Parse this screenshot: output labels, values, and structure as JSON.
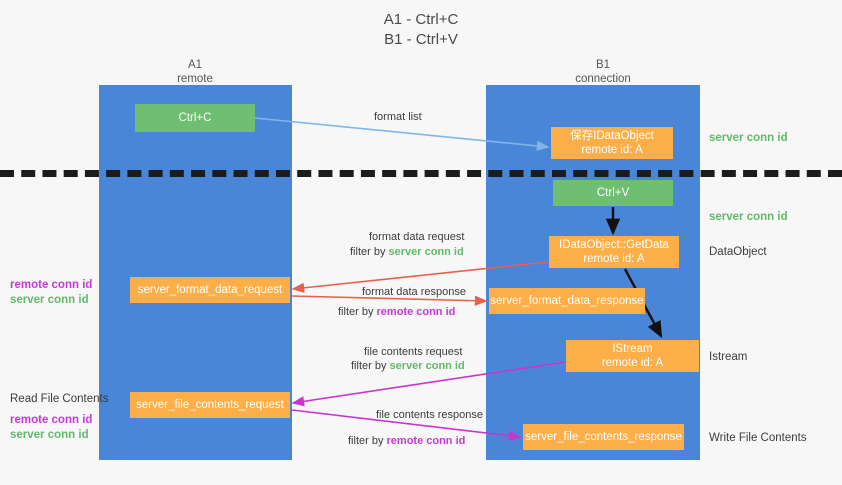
{
  "title": {
    "line1": "A1 - Ctrl+C",
    "line2": "B1 - Ctrl+V"
  },
  "lanes": [
    {
      "name": "A1",
      "sub": "remote",
      "color": "#4a86d8"
    },
    {
      "name": "B1",
      "sub": "connection",
      "color": "#4a86d8"
    }
  ],
  "colors": {
    "lane": "#4a86d8",
    "green_box": "#6fbf73",
    "orange_box": "#fcaf49",
    "server_conn_id": "#63b96a",
    "remote_conn_id": "#c739d6",
    "arrow_format_list": "#7eb6e8",
    "arrow_format_data": "#e8614d",
    "arrow_file_contents": "#cc33cc",
    "arrow_black": "#111111",
    "divider": "#1c1c1c",
    "background": "#f7f7f7"
  },
  "boxes": {
    "ctrl_c": {
      "line1": "Ctrl+C",
      "line2": ""
    },
    "save_idataobject": {
      "line1": "保存IDataObject",
      "line2": "remote id: A"
    },
    "ctrl_v": {
      "line1": "Ctrl+V",
      "line2": ""
    },
    "getdata": {
      "line1": "IDataObject::GetData",
      "line2": "remote id: A"
    },
    "format_data_request": {
      "line1": "server_format_data_request",
      "line2": ""
    },
    "format_data_response": {
      "line1": "server_format_data_response",
      "line2": ""
    },
    "istream": {
      "line1": "IStream",
      "line2": "remote id: A"
    },
    "file_contents_request": {
      "line1": "server_file_contents_request",
      "line2": ""
    },
    "file_contents_response": {
      "line1": "server_file_contents_response",
      "line2": ""
    }
  },
  "right_labels": {
    "server_conn_id_1": "server conn id",
    "server_conn_id_2": "server conn id",
    "dataobject": "DataObject",
    "istream": "Istream",
    "write_file_contents": "Write File Contents"
  },
  "left_labels": {
    "remote_conn_id_1": "remote conn id",
    "server_conn_id_1": "server conn id",
    "read_file_contents": "Read File Contents",
    "remote_conn_id_2": "remote conn id",
    "server_conn_id_2": "server conn id"
  },
  "annotations": {
    "format_list": "format list",
    "format_data_request": "format data request",
    "format_data_request_filter_prefix": "filter by ",
    "format_data_request_filter_value": "server conn id",
    "format_data_response": "format data response",
    "format_data_response_filter_prefix": "filter by ",
    "format_data_response_filter_value": "remote conn id",
    "file_contents_request": "file contents request",
    "file_contents_request_filter_prefix": "filter by ",
    "file_contents_request_filter_value": "server conn id",
    "file_contents_response": "file contents response",
    "file_contents_response_filter_prefix": "filter by ",
    "file_contents_response_filter_value": "remote conn id"
  }
}
